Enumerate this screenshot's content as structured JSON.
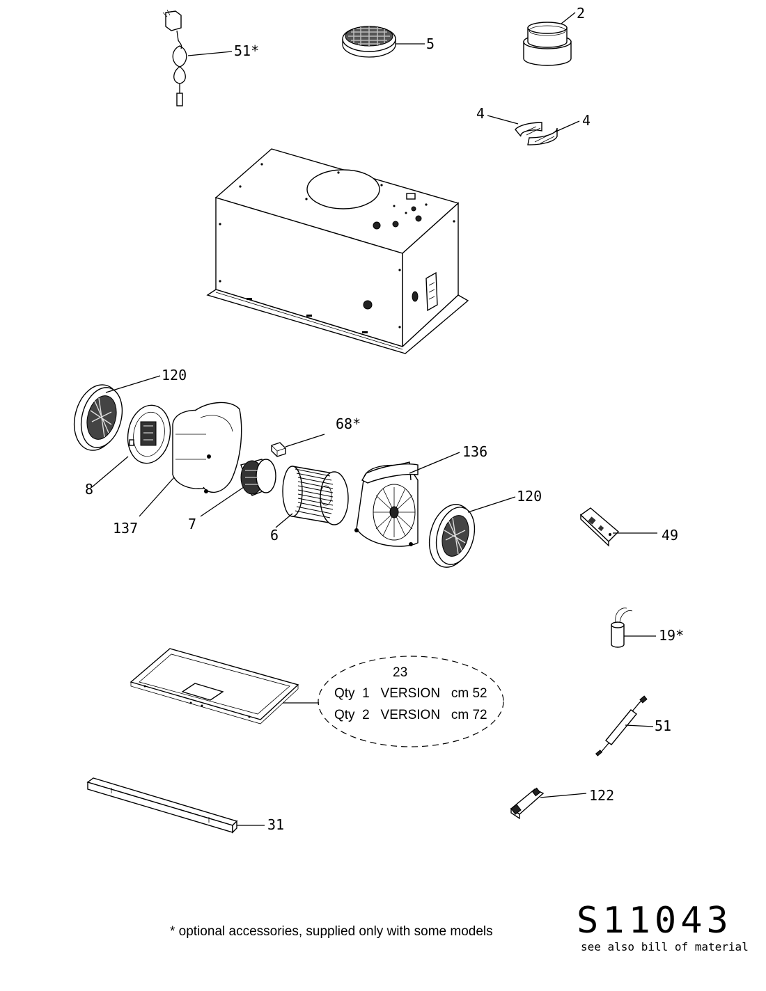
{
  "labels": {
    "p51s": "51*",
    "p5": "5",
    "p2": "2",
    "p4a": "4",
    "p4b": "4",
    "p120a": "120",
    "p68s": "68*",
    "p136": "136",
    "p120b": "120",
    "p8": "8",
    "p137": "137",
    "p7": "7",
    "p6": "6",
    "p49": "49",
    "p19s": "19*",
    "p51": "51",
    "p122": "122",
    "p31": "31"
  },
  "callout": {
    "number": "23",
    "line1": "Qty  1   VERSION   cm 52",
    "line2": "Qty  2   VERSION   cm 72"
  },
  "footer": {
    "note": "* optional accessories, supplied only with some models",
    "drawing_code": "S11043",
    "subtitle": "see also bill of material"
  }
}
